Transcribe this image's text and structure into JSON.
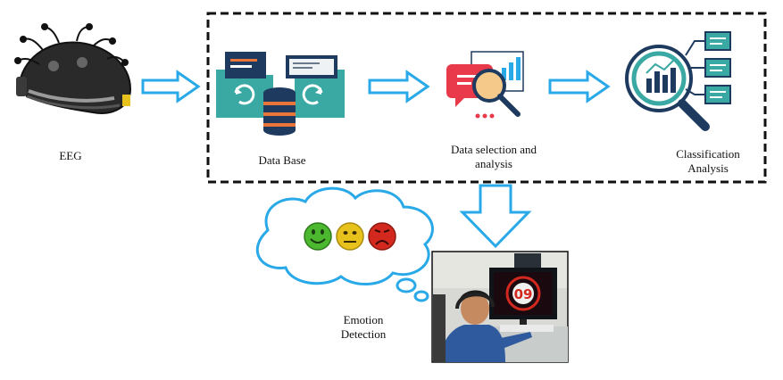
{
  "labels": {
    "eeg": "EEG",
    "database": "Data Base",
    "data_selection": [
      "Data selection and",
      "analysis"
    ],
    "classification": [
      "Classification",
      "Analysis"
    ],
    "emotion": [
      "Emotion",
      "Detection"
    ]
  },
  "photo": {
    "screen_number": "09"
  },
  "colors": {
    "arrow_stroke": "#29a9e8",
    "box_border": "#111111",
    "teal": "#3aa8a3",
    "navy": "#1e3a5f",
    "orange": "#e8753a",
    "smiley_green": "#4cb830",
    "smiley_yellow": "#e8c21c",
    "smiley_red": "#d3281e"
  },
  "icons": [
    "eeg-headset-icon",
    "database-folders-icon",
    "data-selection-icon",
    "classification-icon",
    "happy-face-icon",
    "neutral-face-icon",
    "sad-face-icon",
    "thought-cloud-icon"
  ]
}
